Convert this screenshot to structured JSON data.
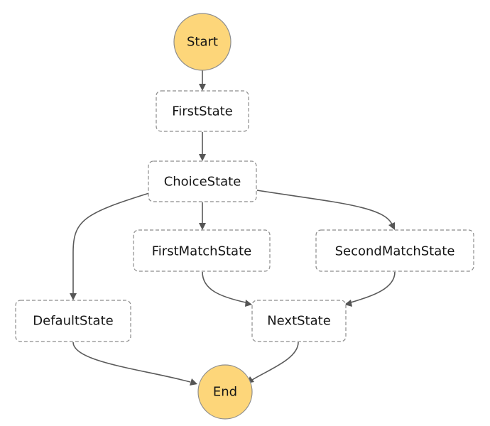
{
  "diagram": {
    "type": "state-machine",
    "nodes": {
      "start": {
        "label": "Start",
        "shape": "circle"
      },
      "first_state": {
        "label": "FirstState",
        "shape": "dashed-rounded-rect"
      },
      "choice_state": {
        "label": "ChoiceState",
        "shape": "dashed-rounded-rect"
      },
      "first_match_state": {
        "label": "FirstMatchState",
        "shape": "dashed-rounded-rect"
      },
      "second_match_state": {
        "label": "SecondMatchState",
        "shape": "dashed-rounded-rect"
      },
      "default_state": {
        "label": "DefaultState",
        "shape": "dashed-rounded-rect"
      },
      "next_state": {
        "label": "NextState",
        "shape": "dashed-rounded-rect"
      },
      "end": {
        "label": "End",
        "shape": "circle"
      }
    },
    "edges": [
      {
        "from": "Start",
        "to": "FirstState"
      },
      {
        "from": "FirstState",
        "to": "ChoiceState"
      },
      {
        "from": "ChoiceState",
        "to": "DefaultState"
      },
      {
        "from": "ChoiceState",
        "to": "FirstMatchState"
      },
      {
        "from": "ChoiceState",
        "to": "SecondMatchState"
      },
      {
        "from": "FirstMatchState",
        "to": "NextState"
      },
      {
        "from": "SecondMatchState",
        "to": "NextState"
      },
      {
        "from": "DefaultState",
        "to": "End"
      },
      {
        "from": "NextState",
        "to": "End"
      }
    ],
    "colors": {
      "terminal_fill": "#fdd67a",
      "terminal_stroke": "#8e8e8e",
      "state_fill": "#ffffff",
      "state_stroke": "#8c8c8c",
      "edge": "#5a5a5a",
      "text": "#151515"
    }
  }
}
